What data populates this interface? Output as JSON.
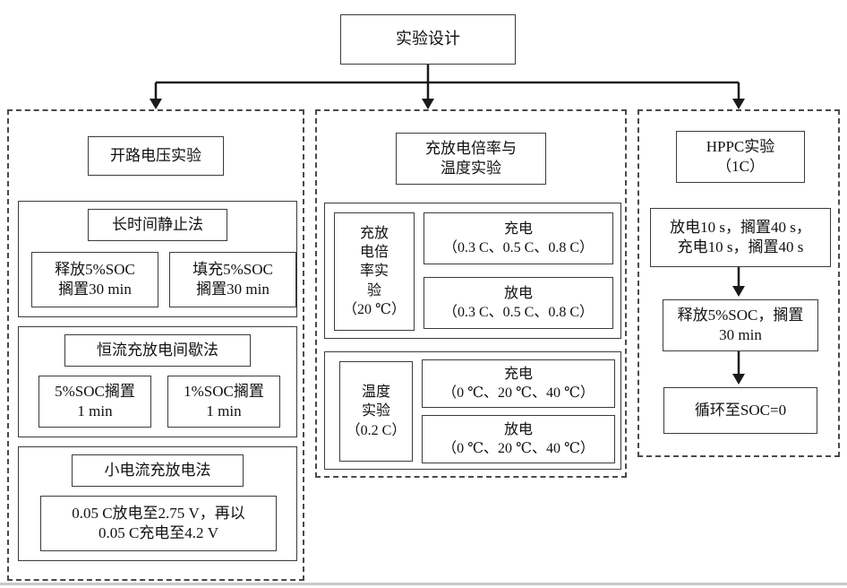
{
  "root_box": {
    "label": "实验设计"
  },
  "ocv": {
    "title": "开路电压实验",
    "long_rest": {
      "header": "长时间静止法",
      "discharge": "释放5%SOC\n搁置30 min",
      "charge": "填充5%SOC\n搁置30 min"
    },
    "intermittent": {
      "header": "恒流充放电间歇法",
      "five_pct": "5%SOC搁置\n1 min",
      "one_pct": "1%SOC搁置\n1 min"
    },
    "small_current": {
      "header": "小电流充放电法",
      "detail": "0.05 C放电至2.75 V，再以\n0.05 C充电至4.2 V"
    }
  },
  "rate_temp": {
    "title": "充放电倍率与\n温度实验",
    "rate": {
      "label": "充放\n电倍\n率实\n验\n（20 ℃）",
      "charge": "充电\n（0.3 C、0.5 C、0.8 C）",
      "discharge": "放电\n（0.3 C、0.5 C、0.8 C）"
    },
    "temp": {
      "label": "温度\n实验\n（0.2 C）",
      "charge": "充电\n（0 ℃、20 ℃、40 ℃）",
      "discharge": "放电\n（0 ℃、20 ℃、40 ℃）"
    }
  },
  "hppc": {
    "title": "HPPC实验\n（1C）",
    "step1": "放电10 s，搁置40 s，\n充电10 s，搁置40 s",
    "step2": "释放5%SOC，搁置\n30 min",
    "step3": "循环至SOC=0"
  }
}
